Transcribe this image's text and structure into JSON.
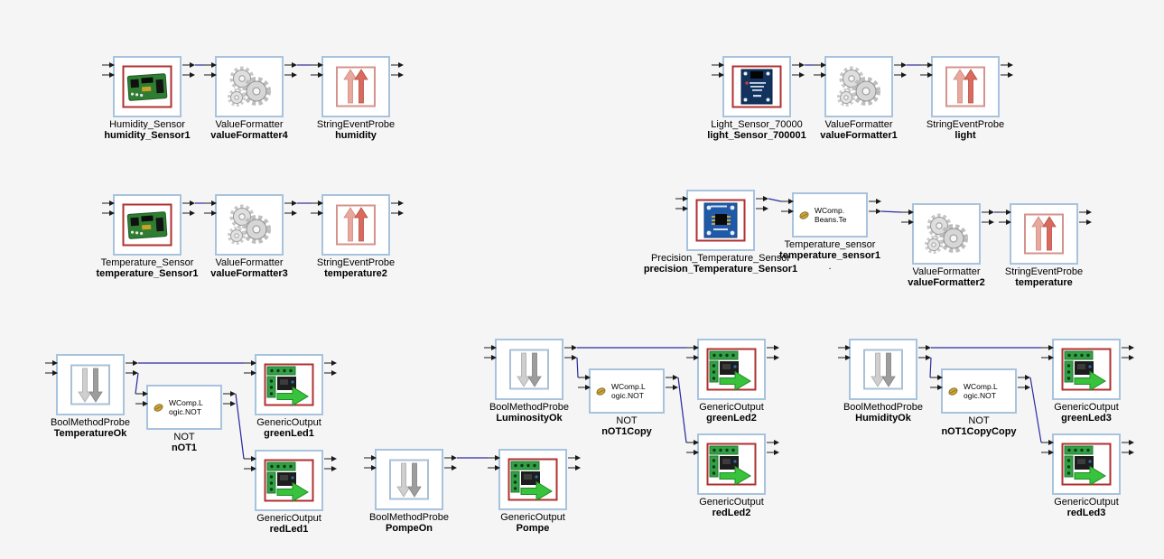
{
  "canvas": {
    "background": "#f5f5f5",
    "wire_color": "#2b2ba0",
    "box_border_color": "#a8c3dd",
    "stub_color": "#1a1a1a",
    "sensor_frame_color": "#b03030",
    "output_frame_color": "#b03030"
  },
  "components": [
    {
      "id": "humidity_Sensor1",
      "type": "Humidity_Sensor",
      "instance": "humidity_Sensor1",
      "icon": "humidity-sensor-icon"
    },
    {
      "id": "valueFormatter4",
      "type": "ValueFormatter",
      "instance": "valueFormatter4",
      "icon": "value-formatter-gears-icon"
    },
    {
      "id": "humidity",
      "type": "StringEventProbe",
      "instance": "humidity",
      "icon": "string-event-probe-icon"
    },
    {
      "id": "light_Sensor_700001",
      "type": "Light_Sensor_70000",
      "instance": "light_Sensor_700001",
      "icon": "light-sensor-icon"
    },
    {
      "id": "valueFormatter1",
      "type": "ValueFormatter",
      "instance": "valueFormatter1",
      "icon": "value-formatter-gears-icon"
    },
    {
      "id": "light",
      "type": "StringEventProbe",
      "instance": "light",
      "icon": "string-event-probe-icon"
    },
    {
      "id": "temperature_Sensor1",
      "type": "Temperature_Sensor",
      "instance": "temperature_Sensor1",
      "icon": "temperature-sensor-icon"
    },
    {
      "id": "valueFormatter3",
      "type": "ValueFormatter",
      "instance": "valueFormatter3",
      "icon": "value-formatter-gears-icon"
    },
    {
      "id": "temperature2",
      "type": "StringEventProbe",
      "instance": "temperature2",
      "icon": "string-event-probe-icon"
    },
    {
      "id": "precision_Temperature_Sensor1",
      "type": "Precision_Temperature_Sensor",
      "instance": "precision_Temperature_Sensor1",
      "icon": "precision-temperature-sensor-icon"
    },
    {
      "id": "temperature_sensor1",
      "type": "Temperature_sensor",
      "instance": "temperature_sensor1",
      "extra": ".",
      "bean1": "WComp.",
      "bean2": "Beans.Te",
      "icon": "wcomp-bean-icon"
    },
    {
      "id": "valueFormatter2",
      "type": "ValueFormatter",
      "instance": "valueFormatter2",
      "icon": "value-formatter-gears-icon"
    },
    {
      "id": "temperature",
      "type": "StringEventProbe",
      "instance": "temperature",
      "icon": "string-event-probe-icon"
    },
    {
      "id": "TemperatureOk",
      "type": "BoolMethodProbe",
      "instance": "TemperatureOk",
      "icon": "bool-method-probe-icon"
    },
    {
      "id": "nOT1",
      "type": "NOT",
      "instance": "nOT1",
      "bean1": "WComp.L",
      "bean2": "ogic.NOT",
      "icon": "wcomp-bean-icon"
    },
    {
      "id": "greenLed1",
      "type": "GenericOutput",
      "instance": "greenLed1",
      "icon": "generic-output-icon"
    },
    {
      "id": "redLed1",
      "type": "GenericOutput",
      "instance": "redLed1",
      "icon": "generic-output-icon"
    },
    {
      "id": "PompeOn",
      "type": "BoolMethodProbe",
      "instance": "PompeOn",
      "icon": "bool-method-probe-icon"
    },
    {
      "id": "Pompe",
      "type": "GenericOutput",
      "instance": "Pompe",
      "icon": "generic-output-icon"
    },
    {
      "id": "LuminosityOk",
      "type": "BoolMethodProbe",
      "instance": "LuminosityOk",
      "icon": "bool-method-probe-icon"
    },
    {
      "id": "nOT1Copy",
      "type": "NOT",
      "instance": "nOT1Copy",
      "bean1": "WComp.L",
      "bean2": "ogic.NOT",
      "icon": "wcomp-bean-icon"
    },
    {
      "id": "greenLed2",
      "type": "GenericOutput",
      "instance": "greenLed2",
      "icon": "generic-output-icon"
    },
    {
      "id": "redLed2",
      "type": "GenericOutput",
      "instance": "redLed2",
      "icon": "generic-output-icon"
    },
    {
      "id": "HumidityOk",
      "type": "BoolMethodProbe",
      "instance": "HumidityOk",
      "icon": "bool-method-probe-icon"
    },
    {
      "id": "nOT1CopyCopy",
      "type": "NOT",
      "instance": "nOT1CopyCopy",
      "bean1": "WComp.L",
      "bean2": "ogic.NOT",
      "icon": "wcomp-bean-icon"
    },
    {
      "id": "greenLed3",
      "type": "GenericOutput",
      "instance": "greenLed3",
      "icon": "generic-output-icon"
    },
    {
      "id": "redLed3",
      "type": "GenericOutput",
      "instance": "redLed3",
      "icon": "generic-output-icon"
    }
  ],
  "connections": [
    {
      "from": "humidity_Sensor1",
      "fromPort": 0,
      "to": "valueFormatter4",
      "toPort": 0
    },
    {
      "from": "valueFormatter4",
      "fromPort": 0,
      "to": "humidity",
      "toPort": 0
    },
    {
      "from": "light_Sensor_700001",
      "fromPort": 0,
      "to": "valueFormatter1",
      "toPort": 0
    },
    {
      "from": "valueFormatter1",
      "fromPort": 0,
      "to": "light",
      "toPort": 0
    },
    {
      "from": "temperature_Sensor1",
      "fromPort": 0,
      "to": "valueFormatter3",
      "toPort": 0
    },
    {
      "from": "valueFormatter3",
      "fromPort": 0,
      "to": "temperature2",
      "toPort": 0
    },
    {
      "from": "precision_Temperature_Sensor1",
      "fromPort": 0,
      "to": "temperature_sensor1",
      "toPort": 0
    },
    {
      "from": "temperature_sensor1",
      "fromPort": 1,
      "to": "valueFormatter2",
      "toPort": 0
    },
    {
      "from": "valueFormatter2",
      "fromPort": 0,
      "to": "temperature",
      "toPort": 0
    },
    {
      "from": "TemperatureOk",
      "fromPort": 0,
      "to": "greenLed1",
      "toPort": 0
    },
    {
      "from": "TemperatureOk",
      "fromPort": 1,
      "to": "nOT1",
      "toPort": 0
    },
    {
      "from": "nOT1",
      "fromPort": 0,
      "to": "redLed1",
      "toPort": 0
    },
    {
      "from": "PompeOn",
      "fromPort": 0,
      "to": "Pompe",
      "toPort": 0
    },
    {
      "from": "LuminosityOk",
      "fromPort": 0,
      "to": "greenLed2",
      "toPort": 0
    },
    {
      "from": "LuminosityOk",
      "fromPort": 1,
      "to": "nOT1Copy",
      "toPort": 0
    },
    {
      "from": "nOT1Copy",
      "fromPort": 0,
      "to": "redLed2",
      "toPort": 0
    },
    {
      "from": "HumidityOk",
      "fromPort": 0,
      "to": "greenLed3",
      "toPort": 0
    },
    {
      "from": "HumidityOk",
      "fromPort": 1,
      "to": "nOT1CopyCopy",
      "toPort": 0
    },
    {
      "from": "nOT1CopyCopy",
      "fromPort": 0,
      "to": "redLed3",
      "toPort": 0
    }
  ]
}
